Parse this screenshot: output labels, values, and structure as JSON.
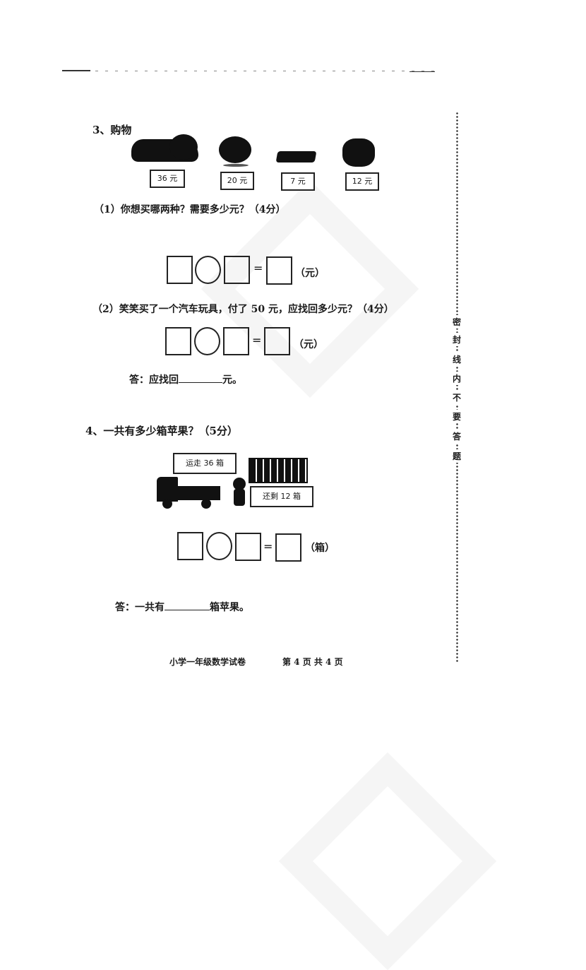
{
  "header": {
    "seal_line_text": [
      "密",
      "封",
      "线",
      "内",
      "不",
      "要",
      "答",
      "题"
    ]
  },
  "question3": {
    "heading": "3、购物",
    "items": [
      {
        "name": "toy-car",
        "price": "36 元"
      },
      {
        "name": "globe",
        "price": "20 元"
      },
      {
        "name": "pencil-box",
        "price": "7 元"
      },
      {
        "name": "toy-train",
        "price": "12 元"
      }
    ],
    "part1": {
      "prompt": "（1）你想买哪两种？需要多少元？（4分）",
      "equals": "=",
      "unit": "（元）"
    },
    "part2": {
      "prompt": "（2）笑笑买了一个汽车玩具，付了 50 元，应找回多少元？（4分）",
      "equals": "=",
      "unit": "（元）",
      "answer_prefix": "答：应找回",
      "answer_suffix": "元。"
    }
  },
  "question4": {
    "heading": "4、一共有多少箱苹果？（5分）",
    "bubble_truck": "运走 36 箱",
    "bubble_child": "还剩 12 箱",
    "equals": "=",
    "unit": "（箱）",
    "answer_prefix": "答：一共有",
    "answer_suffix": "箱苹果。"
  },
  "footer": {
    "exam_title": "小学一年级数学试卷",
    "page_info": "第 4 页 共 4 页"
  }
}
